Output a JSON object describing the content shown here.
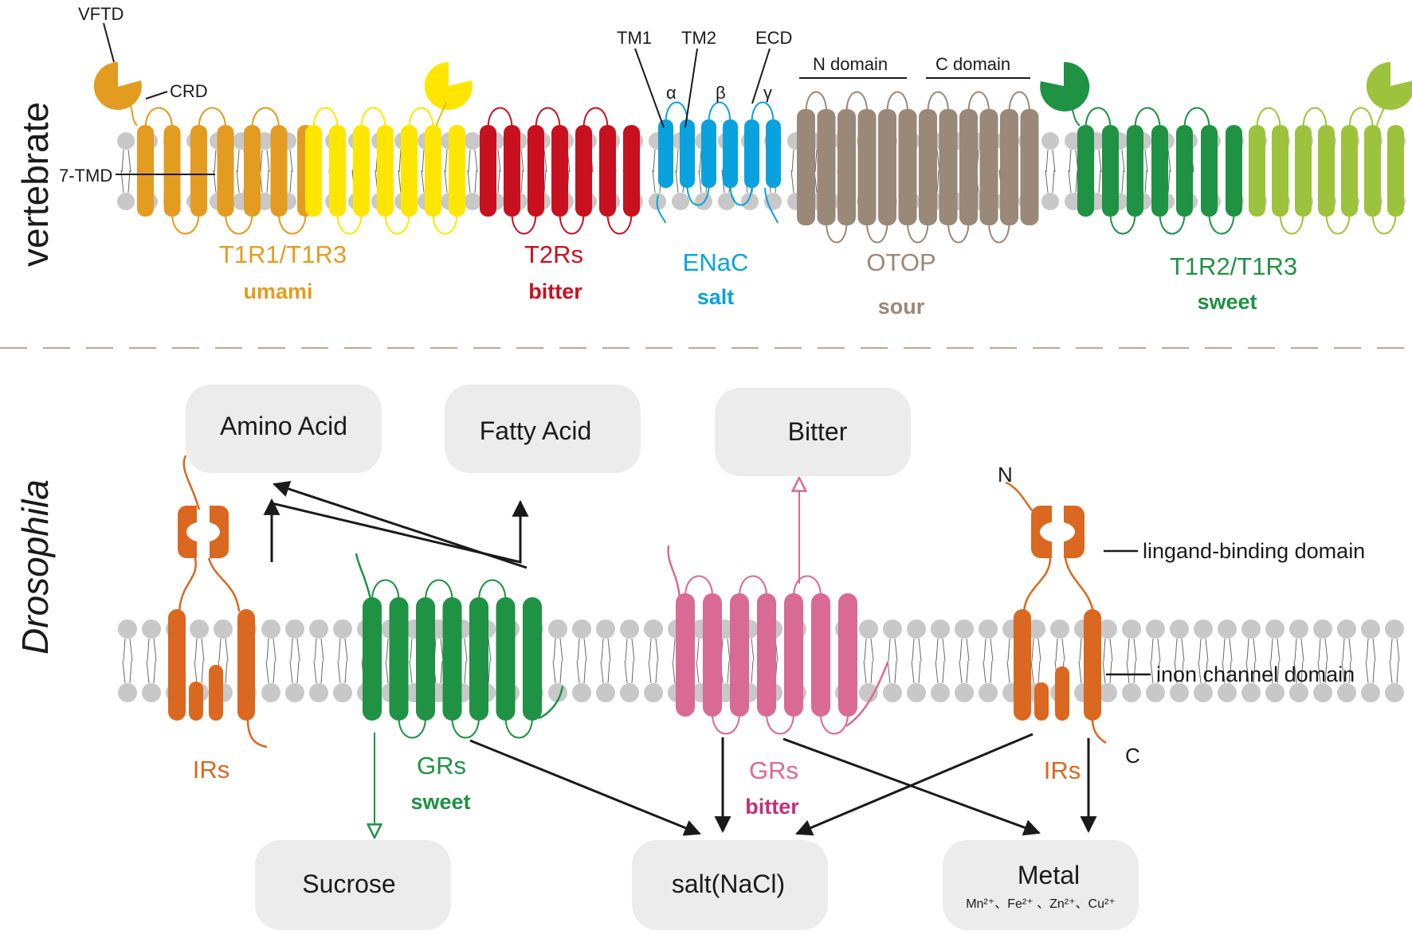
{
  "colors": {
    "umami": "#e39c1f",
    "umami_light": "#ffe600",
    "bitter": "#c8101e",
    "salt": "#0aa2de",
    "sour": "#9a8878",
    "sweet": "#1f9244",
    "sweet_light": "#9cc33b",
    "ir": "#da6820",
    "gr_sweet": "#1f9244",
    "gr_bitter": "#d96a93",
    "box": "#ececec",
    "membrane": "#c8c8c8"
  },
  "top": {
    "side_label": "vertebrate",
    "annotations": {
      "vftd": "VFTD",
      "crd": "CRD",
      "tmd": "7-TMD",
      "tm1": "TM1",
      "tm2": "TM2",
      "ecd": "ECD",
      "alpha": "α",
      "beta": "β",
      "gamma": "γ",
      "n_domain": "N domain",
      "c_domain": "C domain"
    },
    "receptors": [
      {
        "name": "T1R1/T1R3",
        "taste": "umami"
      },
      {
        "name": "T2Rs",
        "taste": "bitter"
      },
      {
        "name": "ENaC",
        "taste": "salt"
      },
      {
        "name": "OTOP",
        "taste": "sour"
      },
      {
        "name": "T1R2/T1R3",
        "taste": "sweet"
      }
    ]
  },
  "bottom": {
    "side_label": "Drosophila",
    "boxes": {
      "amino": "Amino Acid",
      "fatty": "Fatty Acid",
      "bitter": "Bitter",
      "sucrose": "Sucrose",
      "salt": "salt(NaCl)",
      "metal": "Metal",
      "metal_ions": "Mn²⁺、Fe²⁺ 、Zn²⁺、Cu²⁺"
    },
    "receptors": {
      "ir_left": "IRs",
      "gr_sweet": "GRs",
      "gr_sweet_taste": "sweet",
      "gr_bitter": "GRs",
      "gr_bitter_taste": "bitter",
      "ir_right": "IRs"
    },
    "annotations": {
      "n_term": "N",
      "c_term": "C",
      "ligand": "lingand-binding domain",
      "channel": "inon channel domain"
    }
  }
}
